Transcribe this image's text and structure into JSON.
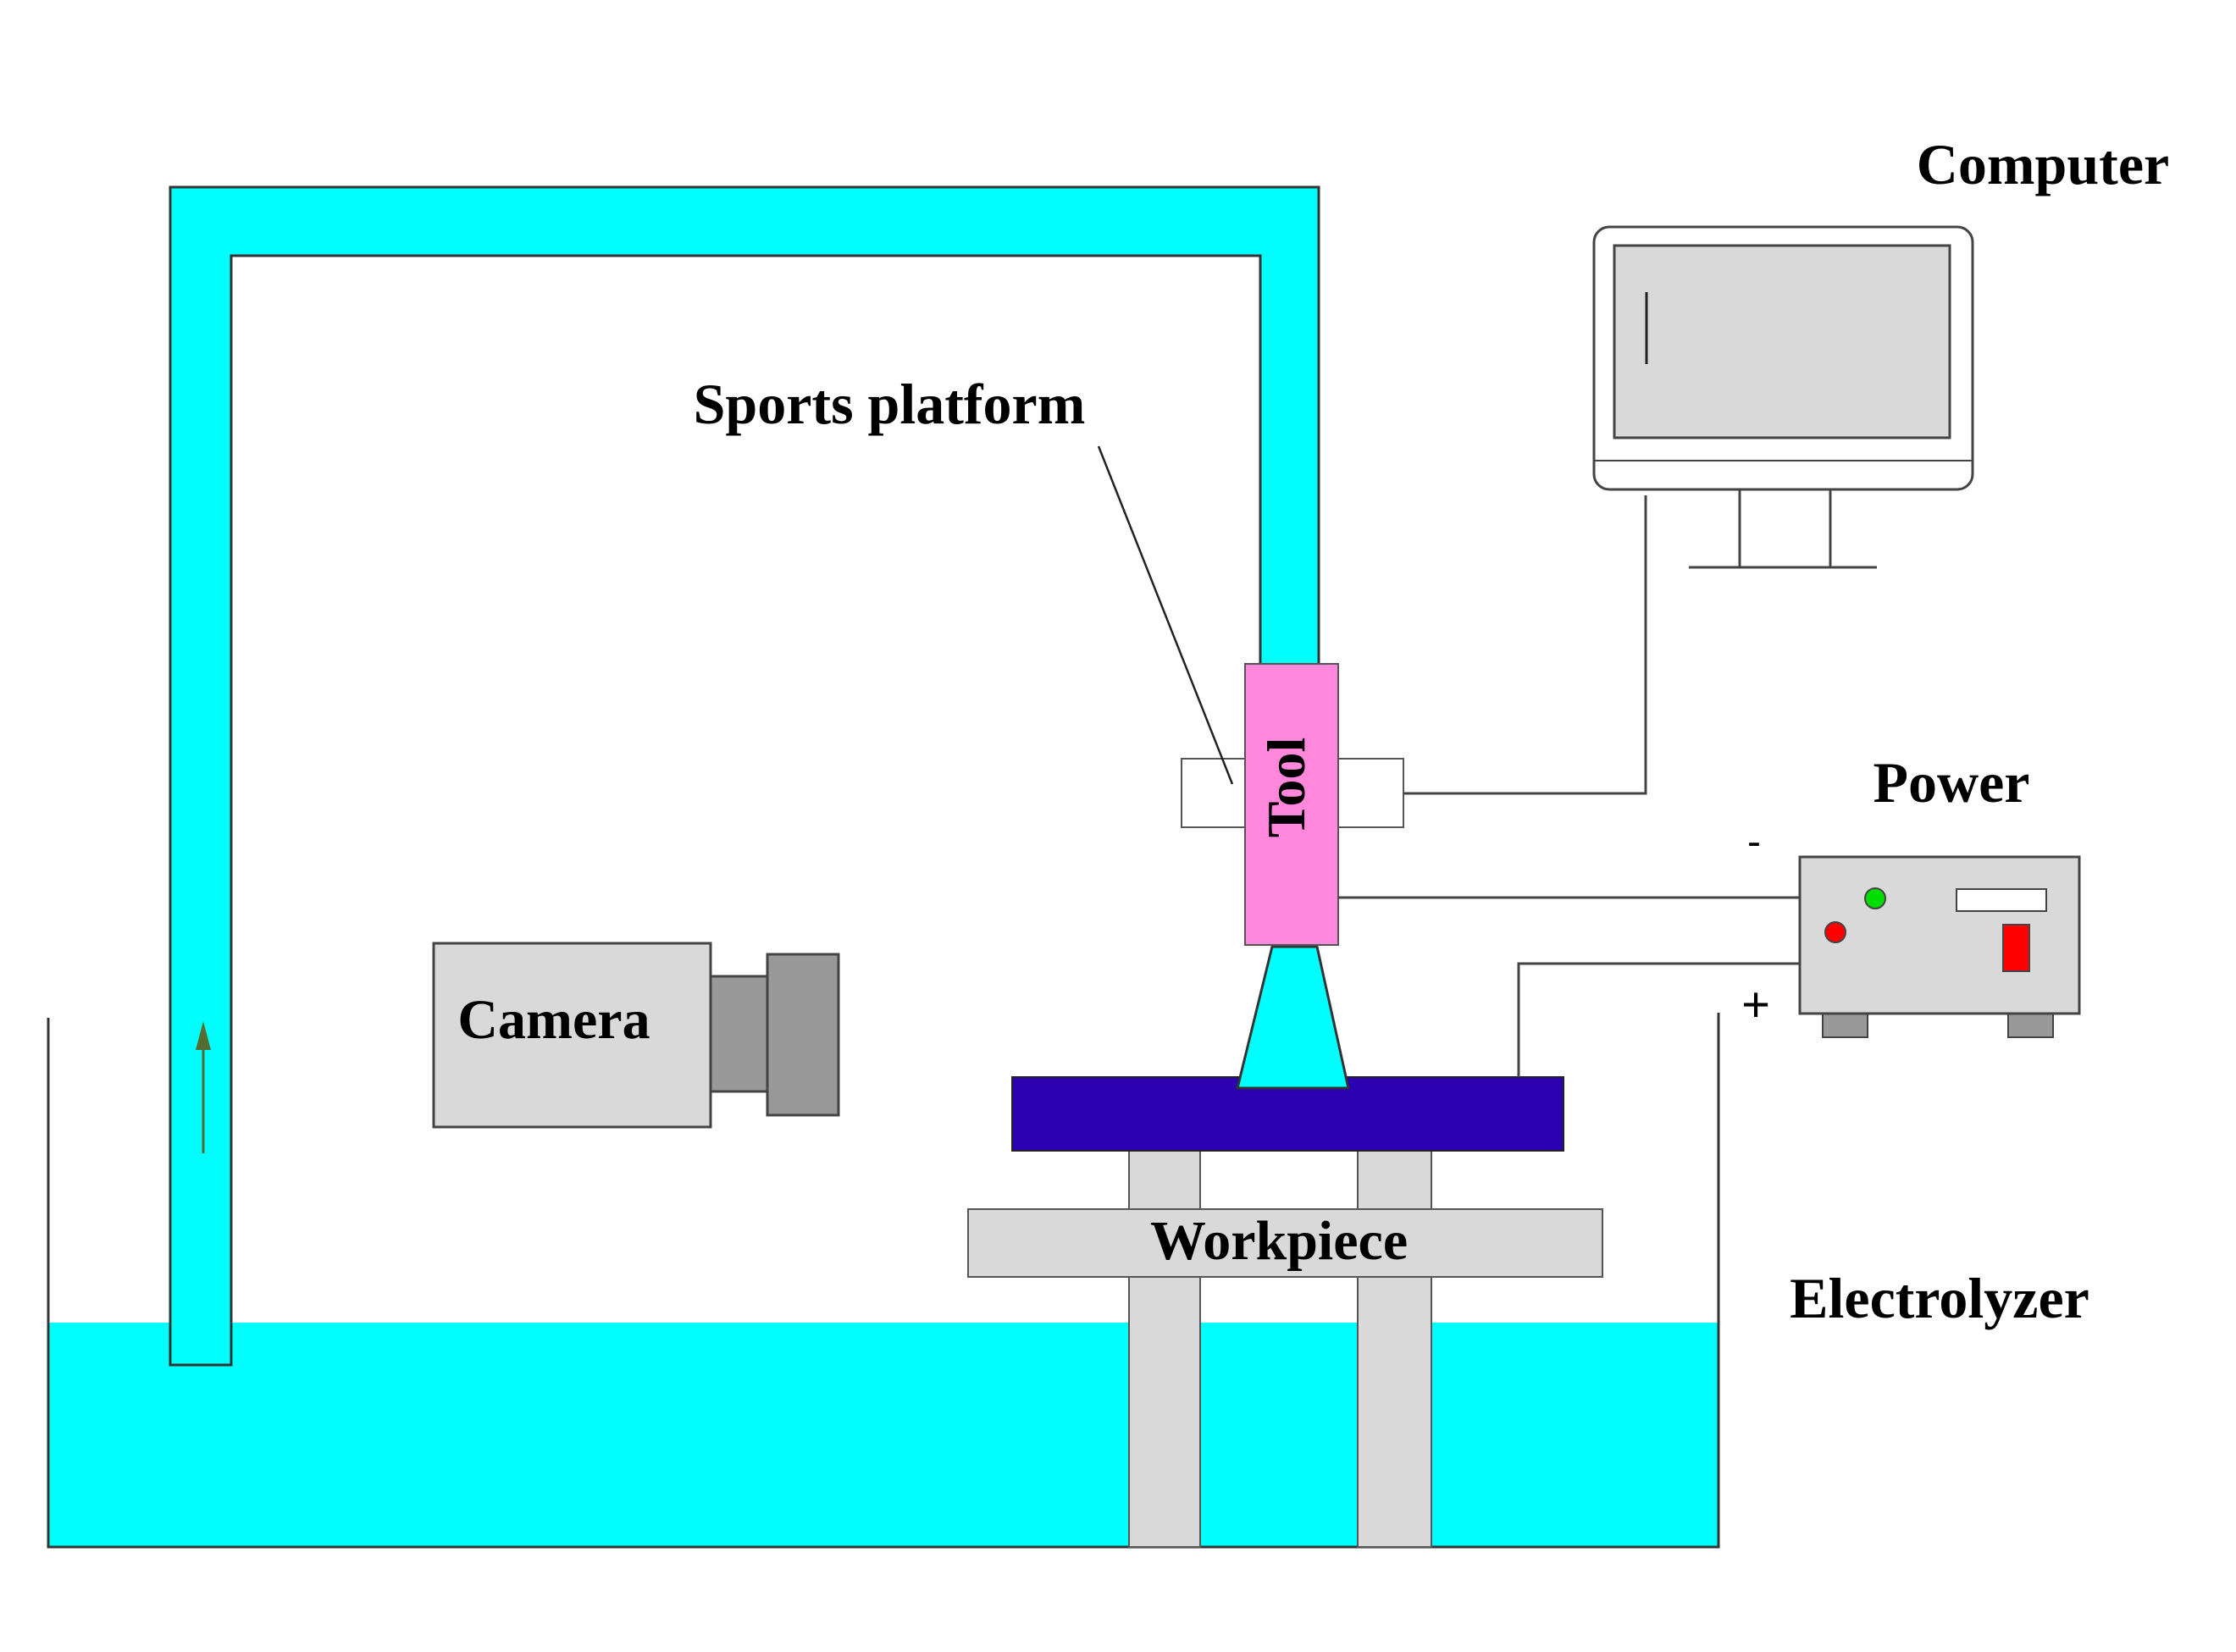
{
  "diagram": {
    "labels": {
      "computer": "Computer",
      "sports_platform": "Sports platform",
      "tool": "Tool",
      "power": "Power",
      "camera": "Camera",
      "workpiece": "Workpiece",
      "electrolyzer": "Electrolyzer",
      "minus": "-",
      "plus": "+"
    },
    "colors": {
      "electrolyte": "#00ffff",
      "tool": "#ff88dd",
      "workpiece_plate": "#2a00b0",
      "equipment_gray": "#d9d9d9",
      "camera_lens": "#999999",
      "led_green": "#00dd00",
      "led_red": "#ff0000",
      "switch_red": "#ff0000",
      "flow_arrow": "#556b2f"
    },
    "icons": [
      "computer-monitor-icon",
      "camera-icon",
      "power-supply-icon",
      "flow-arrow-icon"
    ]
  }
}
